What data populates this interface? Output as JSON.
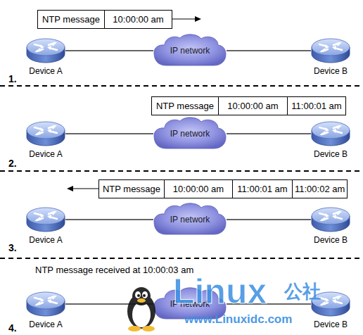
{
  "diagram": {
    "nodes": [
      {
        "text": [
          "NTP message",
          "10:00:00 am"
        ]
      },
      {
        "text": [
          "Device A"
        ]
      },
      {
        "text": [
          "IP network"
        ]
      },
      {
        "text": [
          "Device B"
        ]
      },
      {
        "text": [
          "NTP message",
          "10:00:00 am",
          "11:00:01 am"
        ]
      },
      {
        "text": [
          "Device A"
        ]
      },
      {
        "text": [
          "IP network"
        ]
      },
      {
        "text": [
          "Device B"
        ]
      },
      {
        "text": [
          "NTP message",
          "10:00:00 am",
          "11:00:01 am",
          "11:00:02 am"
        ]
      },
      {
        "text": [
          "Device A"
        ]
      },
      {
        "text": [
          "IP network"
        ]
      },
      {
        "text": [
          "Device B"
        ]
      },
      {
        "text": [
          "Device A"
        ]
      },
      {
        "text": [
          "IP network"
        ]
      },
      {
        "text": [
          "Device B"
        ]
      }
    ],
    "edges": [
      {
        "from": 1,
        "to": 2,
        "arrow": "none"
      },
      {
        "from": 2,
        "to": 3,
        "arrow": "none"
      },
      {
        "from": 5,
        "to": 6,
        "arrow": "none"
      },
      {
        "from": 6,
        "to": 7,
        "arrow": "none"
      },
      {
        "from": 9,
        "to": 10,
        "arrow": "none"
      },
      {
        "from": 10,
        "to": 11,
        "arrow": "none"
      },
      {
        "from": 12,
        "to": 13,
        "arrow": "none"
      },
      {
        "from": 13,
        "to": 14,
        "arrow": "none"
      }
    ],
    "labels": [
      "1.",
      "2.",
      "3.",
      "NTP message received at 10:00:03 am",
      "4.",
      "Linux",
      "公社",
      "www.Linuxidc.com"
    ]
  }
}
